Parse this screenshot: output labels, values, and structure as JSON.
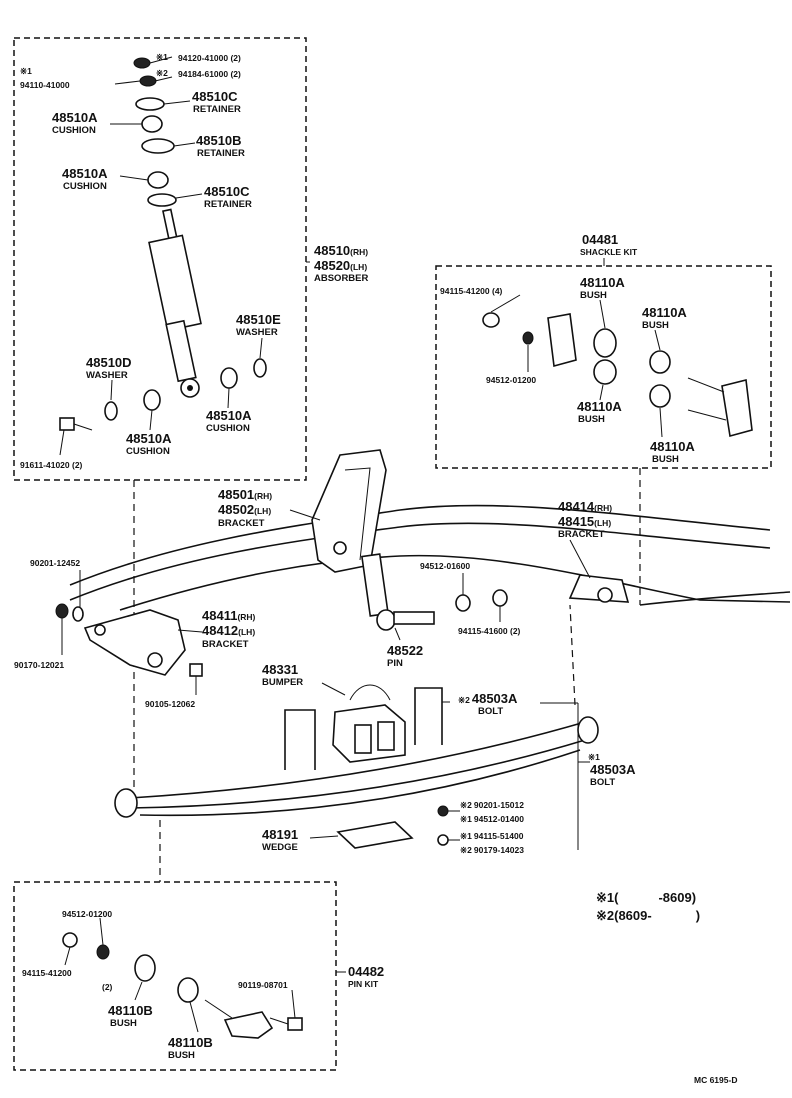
{
  "footnote": {
    "mark1": "※1(",
    "range1": "-8609)",
    "mark2": "※2(8609-",
    "range2": ")"
  },
  "figure_code": "MC 6195-D",
  "absorber_kit": {
    "note_a": "※1",
    "note_a_pn": "94120-41000 (2)",
    "note_b": "※2",
    "note_b_pn": "94184-61000 (2)",
    "note_c": "※1",
    "nut_pn": "94110-41000",
    "retainer_top_pn": "48510C",
    "retainer_top_name": "RETAINER",
    "cushion_top_pn": "48510A",
    "cushion_top_name": "CUSHION",
    "retainer_mid_pn": "48510B",
    "retainer_mid_name": "RETAINER",
    "cushion_mid_pn": "48510A",
    "cushion_mid_name": "CUSHION",
    "retainer_low_pn": "48510C",
    "retainer_low_name": "RETAINER",
    "absorber_rh": "48510",
    "absorber_rh_tag": "(RH)",
    "absorber_lh": "48520",
    "absorber_lh_tag": "(LH)",
    "absorber_name": "ABSORBER",
    "washer_e_pn": "48510E",
    "washer_e_name": "WASHER",
    "washer_d_pn": "48510D",
    "washer_d_name": "WASHER",
    "cushion_bot_pn": "48510A",
    "cushion_bot_name": "CUSHION",
    "cushion_side_pn": "48510A",
    "cushion_side_name": "CUSHION",
    "bolt_pn": "91611-41020 (2)"
  },
  "shackle_kit": {
    "kit_pn": "04481",
    "kit_name": "SHACKLE KIT",
    "nut_pn": "94115-41200 (4)",
    "washer_pn": "94512-01200",
    "bush1_pn": "48110A",
    "bush1_name": "BUSH",
    "bush2_pn": "48110A",
    "bush2_name": "BUSH",
    "bush3_pn": "48110A",
    "bush3_name": "BUSH",
    "bush4_pn": "48110A",
    "bush4_name": "BUSH"
  },
  "main": {
    "bracket_front_rh": "48501",
    "bracket_front_rh_tag": "(RH)",
    "bracket_front_lh": "48502",
    "bracket_front_lh_tag": "(LH)",
    "bracket_front_name": "BRACKET",
    "bracket_rear_rh": "48414",
    "bracket_rear_rh_tag": "(RH)",
    "bracket_rear_lh": "48415",
    "bracket_rear_lh_tag": "(LH)",
    "bracket_rear_name": "BRACKET",
    "nut_left_pn": "90201-12452",
    "bracket_left_rh": "48411",
    "bracket_left_rh_tag": "(RH)",
    "bracket_left_lh": "48412",
    "bracket_left_lh_tag": "(LH)",
    "bracket_left_name": "BRACKET",
    "bolt_left_pn": "90170-12021",
    "bolt_lower_pn": "90105-12062",
    "washer_pin_pn": "94512-01600",
    "nut_pin_pn": "94115-41600 (2)",
    "pin_pn": "48522",
    "pin_name": "PIN",
    "bumper_pn": "48331",
    "bumper_name": "BUMPER",
    "ubolt2_mark": "※2",
    "ubolt2_pn": "48503A",
    "ubolt2_name": "BOLT",
    "ubolt1_mark": "※1",
    "ubolt1_pn": "48503A",
    "ubolt1_name": "BOLT",
    "n1_mark": "※2",
    "n1_pn": "90201-15012",
    "n2_mark": "※1",
    "n2_pn": "94512-01400",
    "n3_mark": "※1",
    "n3_pn": "94115-51400",
    "n4_mark": "※2",
    "n4_pn": "90179-14023",
    "wedge_pn": "48191",
    "wedge_name": "WEDGE"
  },
  "pin_kit": {
    "washer_pn": "94512-01200",
    "nut_pn": "94115-41200",
    "nut_qty": "(2)",
    "bush1_pn": "48110B",
    "bush1_name": "BUSH",
    "bush2_pn": "48110B",
    "bush2_name": "BUSH",
    "bolt_pn": "90119-08701",
    "kit_pn": "04482",
    "kit_name": "PIN KIT"
  }
}
